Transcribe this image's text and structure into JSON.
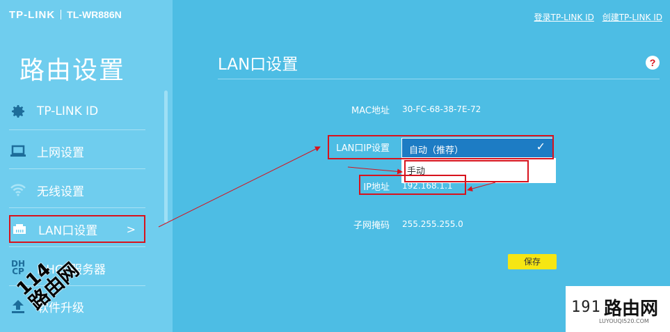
{
  "header": {
    "brand": "TP-LINK",
    "model": "TL-WR886N",
    "links": [
      "登录TP-LINK ID",
      "创建TP-LINK ID"
    ]
  },
  "sidebar": {
    "title": "路由设置",
    "items": [
      {
        "label": "TP-LINK ID",
        "icon": "gear-icon"
      },
      {
        "label": "上网设置",
        "icon": "laptop-icon"
      },
      {
        "label": "无线设置",
        "icon": "wifi-icon"
      },
      {
        "label": "LAN口设置",
        "icon": "ethernet-port-icon",
        "arrow": ">"
      },
      {
        "label": "DHCP服务器",
        "icon": "dhcp-icon",
        "icon_text": "DH CP"
      },
      {
        "label": "软件升级",
        "icon": "upload-icon"
      }
    ]
  },
  "main": {
    "title": "LAN口设置",
    "help": "?",
    "fields": [
      {
        "label": "MAC地址",
        "value": "30-FC-68-38-7E-72"
      },
      {
        "label": "LAN口IP设置",
        "value": "自动（推荐）"
      },
      {
        "label": "IP地址",
        "value": "192.168.1.1"
      },
      {
        "label": "子网掩码",
        "value": "255.255.255.0"
      }
    ],
    "dropdown_option": "手动",
    "save_label": "保存"
  },
  "watermarks": {
    "left_line1": "114",
    "left_line2": "路由网",
    "right_num": "191",
    "right_big": "路由网",
    "right_small": "LUYOUQI520.COM"
  },
  "colors": {
    "background": "#4dbde4",
    "sidebar": "#6fcdee",
    "select_blue": "#1d7cc4",
    "annotation_red": "#d8121c",
    "save_yellow": "#f6e613"
  }
}
